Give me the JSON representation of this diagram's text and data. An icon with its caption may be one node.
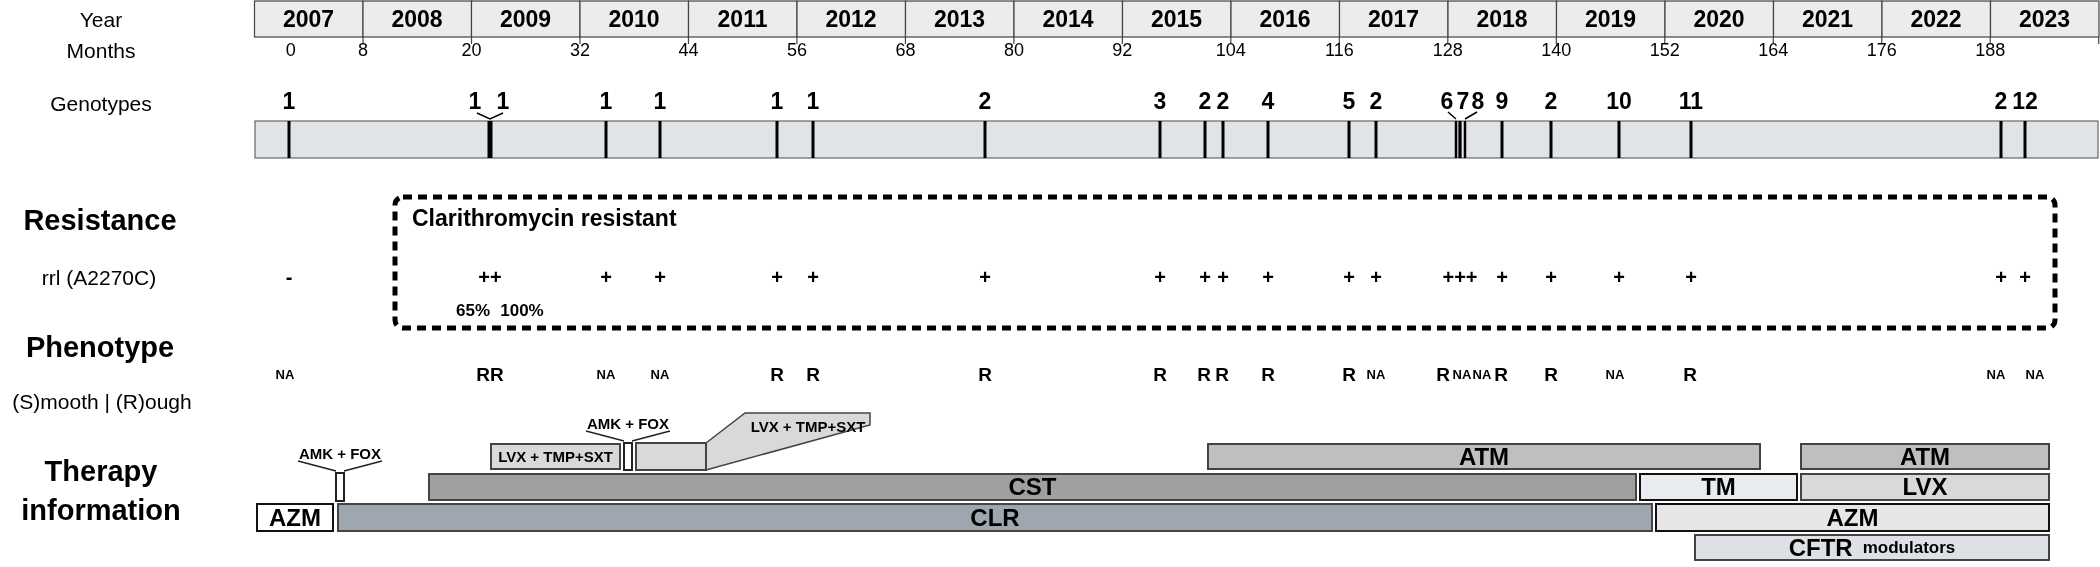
{
  "diagram": {
    "nodes": [
      {
        "text": [
          "Clarithromycin resistant"
        ]
      },
      {
        "text": [
          "LVX + TMP+SXT"
        ]
      },
      {
        "text": [
          "AMK + FOX"
        ]
      },
      {
        "text": [
          "LVX + TMP+SXT"
        ]
      },
      {
        "text": [
          "ATM"
        ]
      },
      {
        "text": [
          "ATM"
        ]
      },
      {
        "text": [
          "AMK + FOX"
        ]
      },
      {
        "text": [
          "CST"
        ]
      },
      {
        "text": [
          "TM"
        ]
      },
      {
        "text": [
          "LVX"
        ]
      },
      {
        "text": [
          "AZM"
        ]
      },
      {
        "text": [
          "CLR"
        ]
      },
      {
        "text": [
          "AZM"
        ]
      },
      {
        "text": [
          "CFTR",
          "modulators"
        ]
      }
    ],
    "edges": [],
    "labels": [
      "Year",
      "2007",
      "2008",
      "2009",
      "2010",
      "2011",
      "2012",
      "2013",
      "2014",
      "2015",
      "2016",
      "2017",
      "2018",
      "2019",
      "2020",
      "2021",
      "2022",
      "2023",
      "Months",
      "0",
      "8",
      "20",
      "32",
      "44",
      "56",
      "68",
      "80",
      "92",
      "104",
      "116",
      "128",
      "140",
      "152",
      "164",
      "176",
      "188",
      "Genotypes",
      "1",
      "1",
      "1",
      "1",
      "1",
      "1",
      "1",
      "2",
      "3",
      "2",
      "2",
      "4",
      "5",
      "2",
      "6",
      "7",
      "8",
      "9",
      "2",
      "10",
      "11",
      "2",
      "12",
      "Resistance",
      "rrl (A2270C)",
      "-",
      "++",
      "+",
      "+",
      "+",
      "+",
      "+",
      "+",
      "+",
      "+",
      "+",
      "+",
      "+",
      "+++",
      "+",
      "+",
      "+",
      "+",
      "+",
      "+",
      "65%",
      "100%",
      "Phenotype",
      "NA",
      "RR",
      "NA",
      "NA",
      "R",
      "R",
      "R",
      "R",
      "R",
      "R",
      "R",
      "R",
      "NA",
      "R",
      "NA",
      "NA",
      "R",
      "R",
      "NA",
      "R",
      "NA",
      "NA",
      "(S)mooth | (R)ough",
      "Therapy information"
    ]
  }
}
